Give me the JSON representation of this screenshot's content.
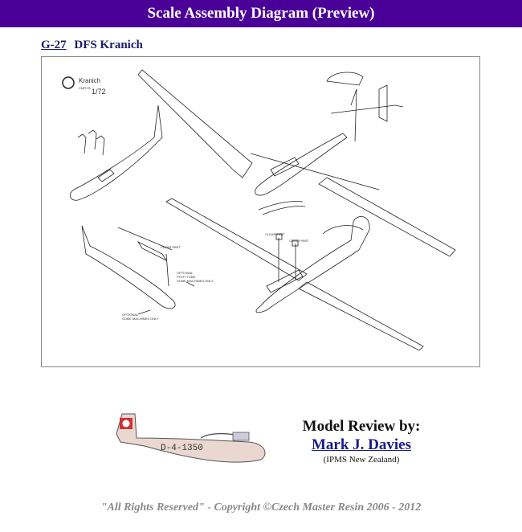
{
  "header": {
    "title": "Scale Assembly Diagram (Preview)"
  },
  "product": {
    "code": "G-27",
    "name": "DFS Kranich"
  },
  "diagram": {
    "logo_text": "Kranich",
    "logo_sub": "CMR 05",
    "scale": "1/72",
    "labels": {
      "clear_part": "CLEAR PART",
      "optional": "OPTIONAL",
      "pitot": "PITOT TUBE",
      "some_machines": "SOME MACHINES ONLY"
    }
  },
  "review": {
    "label": "Model Review by:",
    "author": "Mark J. Davies",
    "org": "(IPMS New Zealand)"
  },
  "plane": {
    "registration": "D-4-1350"
  },
  "footer": {
    "copyright": "\"All Rights Reserved\" - Copyright ©Czech Master Resin 2006 - 2012"
  }
}
